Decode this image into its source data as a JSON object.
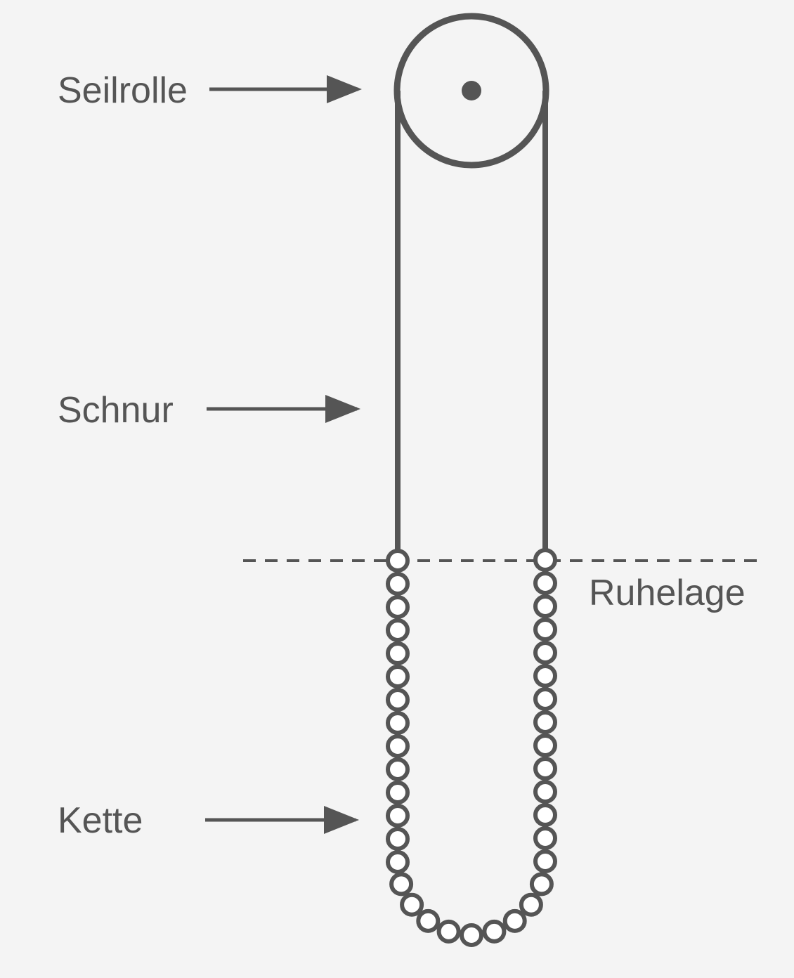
{
  "labels": {
    "pulley": "Seilrolle",
    "string": "Schnur",
    "chain": "Kette",
    "rest_position": "Ruhelage"
  },
  "colors": {
    "background": "#f4f4f4",
    "stroke": "#555555",
    "bead_fill": "#ffffff"
  }
}
